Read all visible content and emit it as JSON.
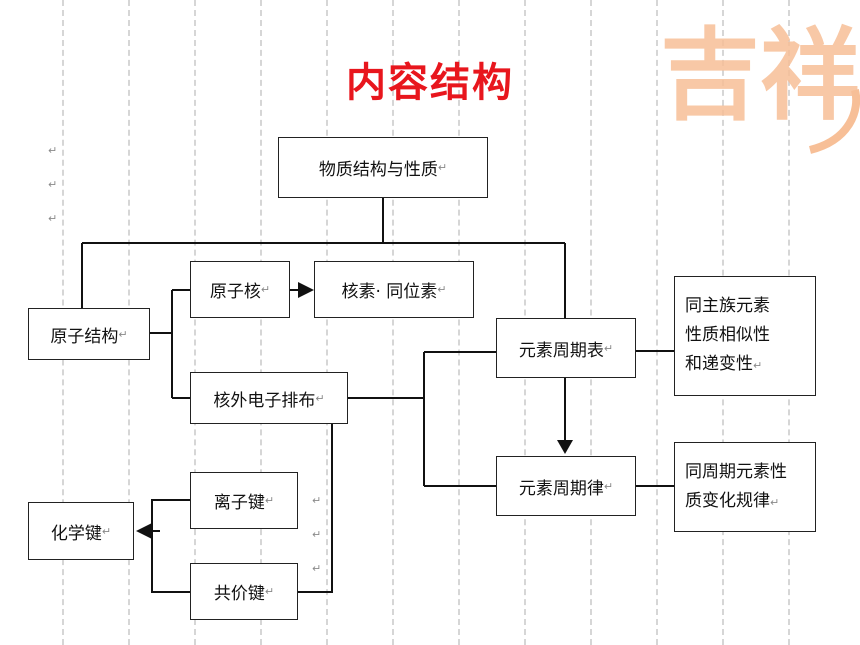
{
  "title": "内容结构",
  "logo_text": "吉祥",
  "colors": {
    "title": "#e8161d",
    "logo": "#f7bf97",
    "line": "#111111",
    "grid": "#d6d6d6"
  },
  "return_mark": "↵",
  "nodes": {
    "root": "物质结构与性质",
    "atomic_structure": "原子结构",
    "nucleus": "原子核",
    "nuclide_isotope": "核素· 同位素",
    "electron_config": "核外电子排布",
    "periodic_table": "元素周期表",
    "periodic_law": "元素周期律",
    "group_trend": [
      "同主族元素",
      "性质相似性",
      "和递变性"
    ],
    "period_trend": [
      "同周期元素性",
      "质变化规律"
    ],
    "chemical_bond": "化学键",
    "ionic_bond": "离子键",
    "covalent_bond": "共价键"
  }
}
